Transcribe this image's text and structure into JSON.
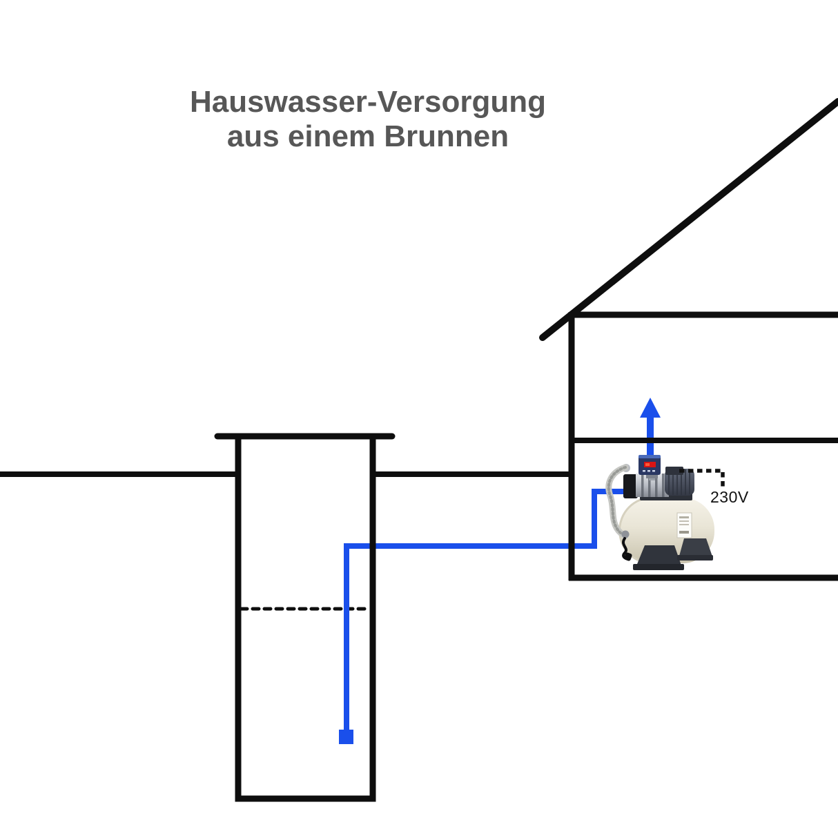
{
  "title": {
    "line1": "Hauswasser-Versorgung",
    "line2": "aus einem Brunnen"
  },
  "labels": {
    "voltage": "230V"
  },
  "colors": {
    "structure_line": "#0e0e0e",
    "pipe_blue": "#1a4feb",
    "title_gray": "#575757",
    "label_black": "#121212",
    "tank_cream": "#e9e5d6",
    "motor_gray": "#474c59",
    "controller_navy": "#2a3763",
    "display_red": "#d91414"
  },
  "icons": {
    "flow_arrow": "up-arrow-icon",
    "suction_foot": "suction-foot-square-icon",
    "water_level": "dashed-water-level-line",
    "pump_unit": "pump-with-pressure-tank-illustration",
    "power_line": "dashed-power-line"
  }
}
